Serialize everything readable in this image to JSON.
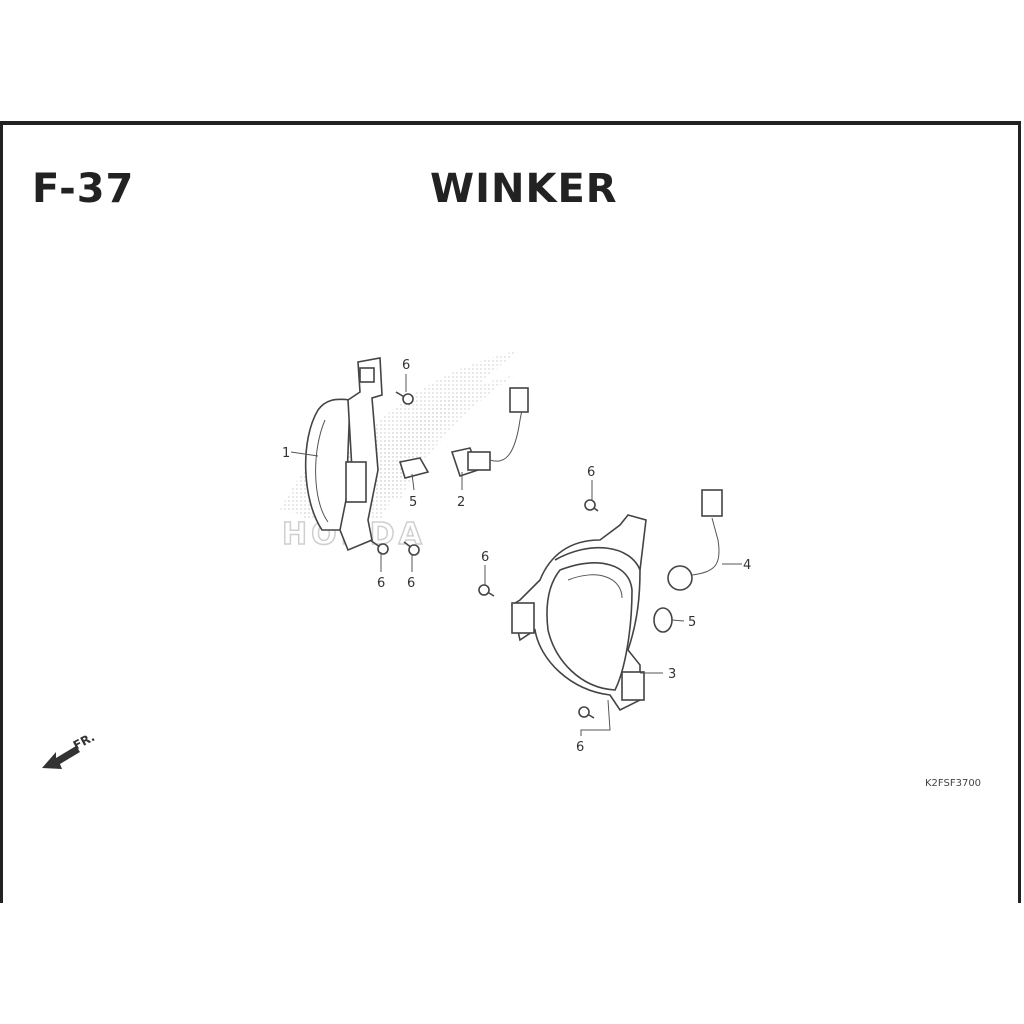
{
  "header": {
    "code": "F-37",
    "title": "WINKER"
  },
  "diagram_code": "K2FSF3700",
  "direction_label": "FR.",
  "watermark": "HONDA",
  "callouts": [
    "1",
    "2",
    "3",
    "4",
    "5",
    "5",
    "6",
    "6",
    "6",
    "6",
    "6",
    "6"
  ]
}
